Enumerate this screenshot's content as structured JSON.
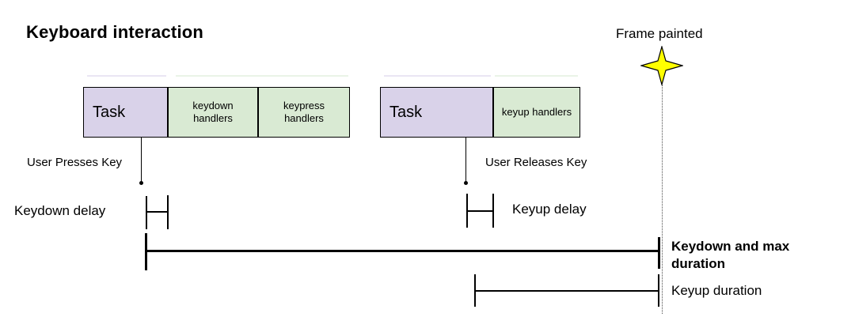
{
  "labels": {
    "title": "Keyboard interaction",
    "frame_painted": "Frame painted",
    "user_presses_key": "User Presses Key",
    "user_releases_key": "User Releases Key",
    "keydown_delay": "Keydown delay",
    "keyup_delay": "Keyup delay",
    "keydown_max_duration": "Keydown and max\nduration",
    "keyup_duration": "Keyup duration"
  },
  "bars": {
    "group1": {
      "task": "Task",
      "keydown_handlers": "keydown\nhandlers",
      "keypress_handlers": "keypress\nhandlers"
    },
    "group2": {
      "task": "Task",
      "keyup_handlers": "keyup handlers"
    }
  },
  "colors": {
    "task_fill": "#d9d2e9",
    "handler_fill": "#d9ead3",
    "star_fill": "#ffff00",
    "line": "#000000",
    "dotted_line": "#4d4d4d"
  }
}
